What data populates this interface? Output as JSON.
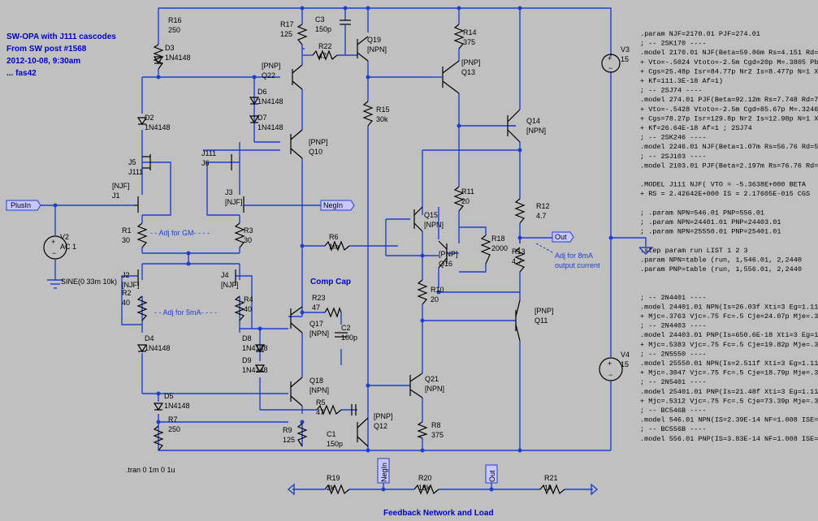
{
  "header_lines": [
    "SW-OPA with J111 cascodes",
    "From SW post #1568",
    "2012-10-08, 9:30am",
    "... fas42"
  ],
  "components": {
    "R16": [
      "R16",
      "250"
    ],
    "R17": [
      "R17",
      "125"
    ],
    "C3": [
      "C3",
      "150p"
    ],
    "R22": [
      "R22",
      "47"
    ],
    "Q19": [
      "Q19",
      "[NPN]"
    ],
    "R14": [
      "R14",
      "375"
    ],
    "Q13": [
      "[PNP]",
      "Q13"
    ],
    "D3": [
      "D3",
      "1N4148"
    ],
    "Q22": [
      "[PNP]",
      "Q22"
    ],
    "D6": [
      "D6",
      "1N4148"
    ],
    "D7": [
      "D7",
      "1N4148"
    ],
    "R15": [
      "R15",
      "30k"
    ],
    "Q14": [
      "Q14",
      "[NPN]"
    ],
    "D2": [
      "D2",
      "1N4148"
    ],
    "Q10": [
      "[PNP]",
      "Q10"
    ],
    "J5": [
      "J5",
      "J111"
    ],
    "J6": [
      "J111",
      "J6"
    ],
    "J1": [
      "[NJF]",
      "J1"
    ],
    "J3": [
      "J3",
      "[NJF]"
    ],
    "R1": [
      "R1",
      "30"
    ],
    "R3": [
      "R3",
      "30"
    ],
    "R11": [
      "R11",
      "20"
    ],
    "R12": [
      "R12",
      "4.7"
    ],
    "R13": [
      "R13",
      "4.7"
    ],
    "Q15": [
      "Q15",
      "[NPN]"
    ],
    "Q16": [
      "[PNP]",
      "Q16"
    ],
    "R18": [
      "R18",
      "2000"
    ],
    "R6": [
      "R6",
      "1m"
    ],
    "V2": [
      "V2",
      "AC 1"
    ],
    "J2": [
      "J2",
      "[NJF]"
    ],
    "J4": [
      "J4",
      "[NJF]"
    ],
    "R2": [
      "R2",
      "40"
    ],
    "R4": [
      "R4",
      "40"
    ],
    "R10": [
      "R10",
      "20"
    ],
    "Q11": [
      "[PNP]",
      "Q11"
    ],
    "R23": [
      "R23",
      "47"
    ],
    "C2": [
      "C2",
      "100p"
    ],
    "Q17": [
      "Q17",
      "[NPN]"
    ],
    "D4": [
      "D4",
      "1N4148"
    ],
    "D8": [
      "D8",
      "1N4148"
    ],
    "D9": [
      "D9",
      "1N4148"
    ],
    "Q18": [
      "Q18",
      "[NPN]"
    ],
    "Q21": [
      "Q21",
      "[NPN]"
    ],
    "D5": [
      "D5",
      "1N4148"
    ],
    "R5": [
      "R5",
      "47"
    ],
    "R7": [
      "R7",
      "250"
    ],
    "R9": [
      "R9",
      "125"
    ],
    "C1": [
      "C1",
      "150p"
    ],
    "Q12": [
      "[PNP]",
      "Q12"
    ],
    "R8": [
      "R8",
      "375"
    ],
    "R19": [
      "R19",
      "2k"
    ],
    "R20": [
      "R20",
      "18k"
    ],
    "R21": [
      "R21",
      "1k"
    ],
    "V3": [
      "V3",
      "15"
    ],
    "V4": [
      "V4",
      "15"
    ]
  },
  "net_labels": {
    "plusin": "PlusIn",
    "negin": "NegIn",
    "out": "Out",
    "out2": "Out",
    "negin2": "NegIn"
  },
  "source_text": "SINE(0 33m 10k)",
  "tran_text": ".tran 0 1m 0 1u",
  "comments": {
    "adj_gm": "- - Adj for GM- - - -",
    "adj_5ma": "- - Adj for 5mA- - - -",
    "adj_8ma_1": "Adj for 8mA",
    "adj_8ma_2": "output current",
    "comp_cap": "Comp Cap",
    "feedback": "Feedback Network and Load"
  },
  "spice_lines": [
    ".param NJF=2170.01  PJF=274.01",
    "; -- 2SK170 ----",
    ".model 2170.01 NJF(Beta=59.86m Rs=4.151 Rd=4",
    "+ Vto=-.5024 Vtoto=-2.5m Cgd=20p M=.3805 Pb=.4",
    "+ Cgs=25.48p Isr=84.77p Nr2 Is=8.477p N=1 Xti=",
    "+ Kf=111.3E-18 Af=1)",
    "; -- 2SJ74 ----",
    ".model 274.01 PJF(Beta=92.12m Rs=7.748 Rd=7.7",
    "+ Vto=-.5428 Vtoto=-2.5m Cgd=85.67p M=.3246 Pb",
    "+ Cgs=78.27p Isr=129.8p Nr2 Is=12.98p N=1 Xti=",
    "+ Kf=26.64E-18 Af=1  ; 2SJ74",
    "; -- 2SK246 ----",
    ".model 2246.01 NJF(Beta=1.07m Rs=56.76 Rd=56",
    "; -- 2SJ103 ----",
    ".model 2103.01 PJF(Beta=2.197m Rs=76.76 Rd=7",
    "",
    ".MODEL  J111   NJF(  VTO = -5.3638E+000   BETA",
    "+   RS = 2.42642E+000   IS = 2.17605E-015   CGS",
    "",
    "; .param NPN=546.01  PNP=556.01",
    "; .param NPN=24401.01  PNP=24403.01",
    "; .param NPN=25550.01  PNP=25401.01",
    "",
    ".step param run  LIST 1 2 3",
    ".param NPN=table (run, 1,546.01, 2,2440",
    ".param PNP=table (run, 1,556.01, 2,2440",
    "",
    "",
    "; -- 2N4401 ----",
    ".model 24401.01   NPN(Is=26.03f Xti=3 Eg=1.11 V",
    "+ Mjc=.3763 Vjc=.75 Fc=.5 Cje=24.07p Mje=.3641",
    "; -- 2N4403 ----",
    ".model 24403.01   PNP(Is=650.6E-18 Xti=3 Eg=1.1",
    "+ Mjc=.5383 Vjc=.75 Fc=.5 Cje=19.82p Mje=.3357",
    "; -- 2N5550 ----",
    ".model 25550.01   NPN(Is=2.511f Xti=3 Eg=1.11 V",
    "+ Mjc=.3047 Vjc=.75 Fc=.5 Cje=18.79p Mje=.3416",
    "; -- 2N5401 ----",
    ".model 25401.01   PNP(Is=21.48f Xti=3 Eg=1.11 V",
    "+ Mjc=.5312 Vjc=.75 Fc=.5 Cje=73.39p Mje=.3777",
    "; -- BC546B ----",
    ".model 546.01 NPN(IS=2.39E-14 NF=1.008 ISE=3.",
    "; -- BC556B ----",
    ".model 556.01 PNP(IS=3.83E-14 NF=1.008 ISE=1.2"
  ],
  "colors": {
    "background": "#c0c0c0",
    "wire": "#1f3fd0",
    "component": "#000000",
    "title": "#0000c8"
  }
}
